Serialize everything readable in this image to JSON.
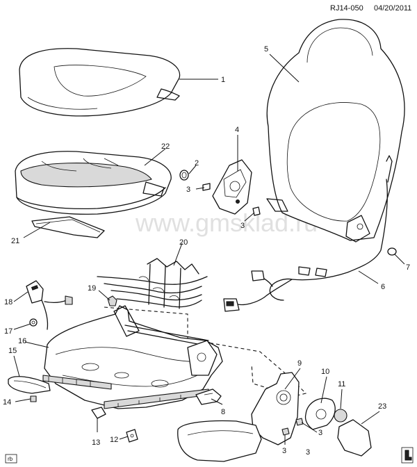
{
  "header": {
    "ref": "RJ14-050",
    "date": "04/20/2011"
  },
  "watermark": "www.gmsklad.ru",
  "footer": {
    "rb": "rb"
  },
  "callouts": {
    "c1": "1",
    "c2": "2",
    "c3a": "3",
    "c3b": "3",
    "c3c": "3",
    "c3d": "3",
    "c3e": "3",
    "c4": "4",
    "c5": "5",
    "c6": "6",
    "c7": "7",
    "c8": "8",
    "c9": "9",
    "c10": "10",
    "c11": "11",
    "c12": "12",
    "c13": "13",
    "c14": "14",
    "c15": "15",
    "c16": "16",
    "c17": "17",
    "c18": "18",
    "c19": "19",
    "c20": "20",
    "c21": "21",
    "c22": "22",
    "c23": "23"
  }
}
